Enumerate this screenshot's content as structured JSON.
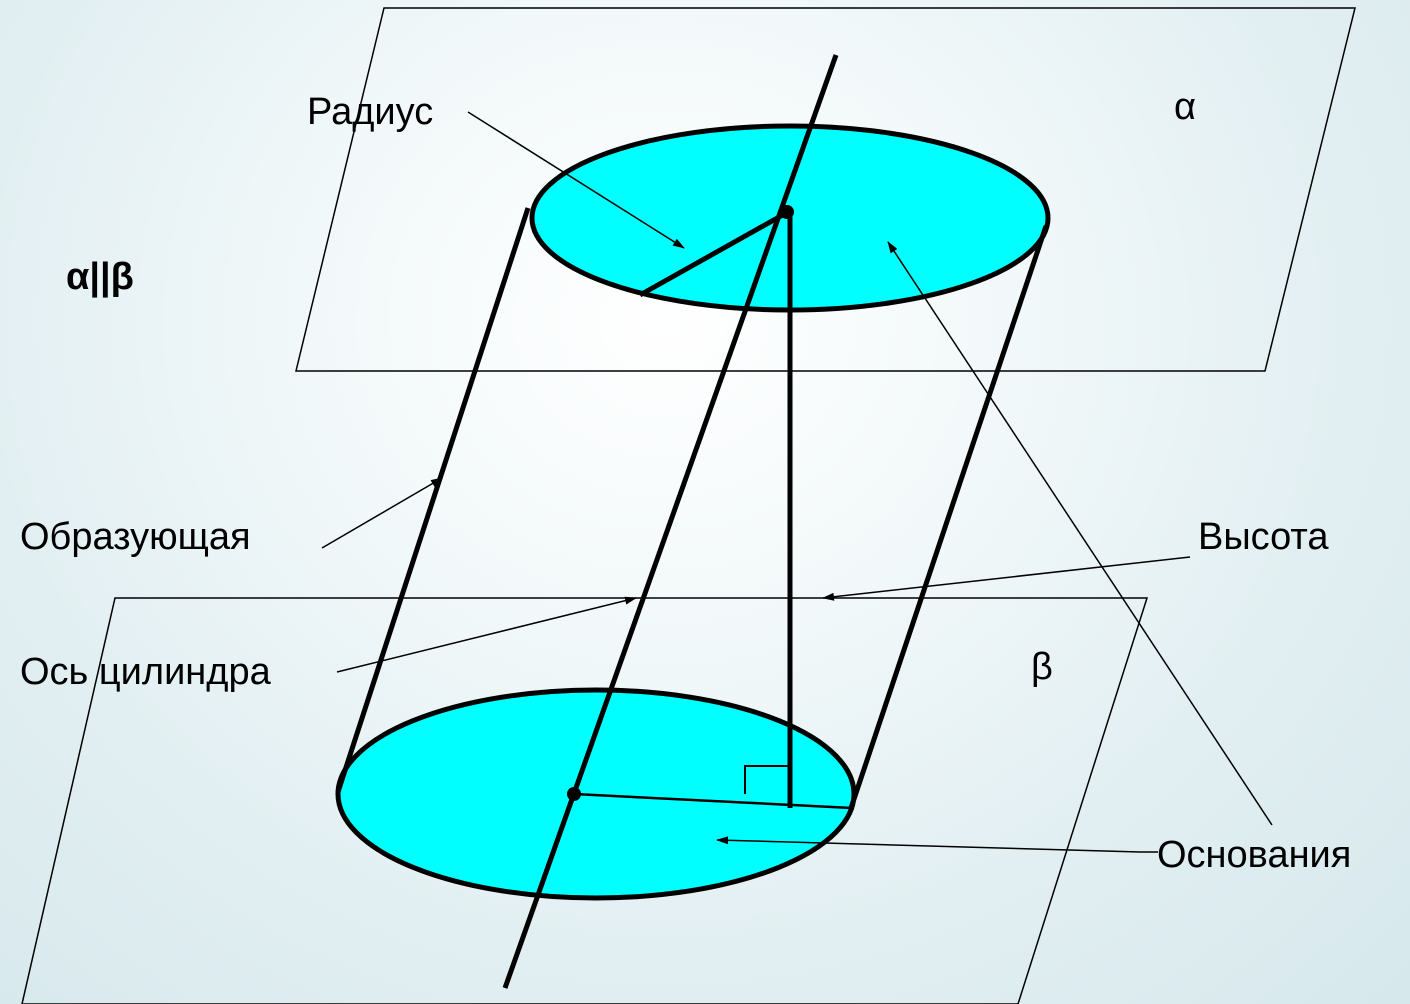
{
  "labels": {
    "radius": "Радиус",
    "alpha": "α",
    "parallel": "α||β",
    "generatrix": "Образующая",
    "height": "Высота",
    "axis": "Ось цилиндра",
    "beta": "β",
    "bases": "Основания"
  },
  "colors": {
    "base_fill": "#00ffff",
    "stroke": "#000000"
  }
}
